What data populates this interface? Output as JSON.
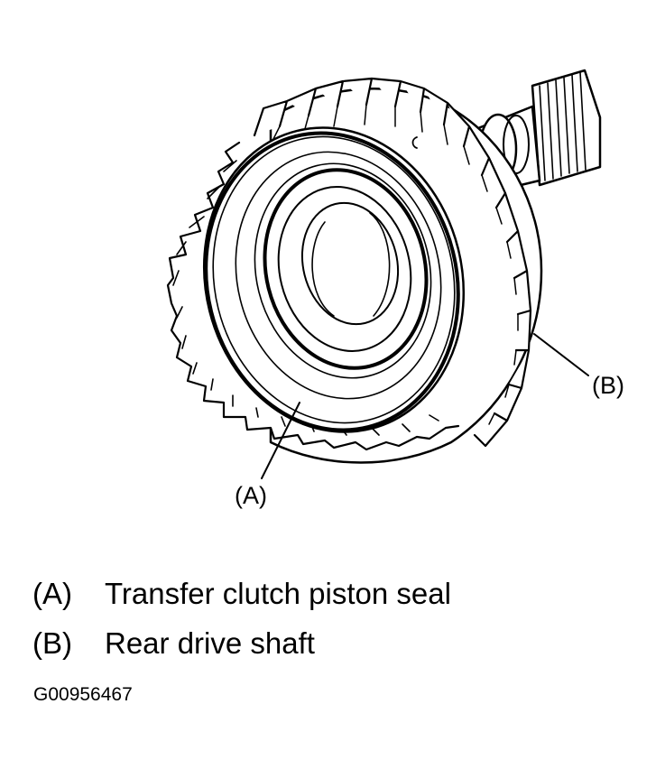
{
  "callouts": {
    "a": "(A)",
    "b": "(B)"
  },
  "legend": [
    {
      "key": "(A)",
      "text": "Transfer clutch piston seal"
    },
    {
      "key": "(B)",
      "text": "Rear drive shaft"
    }
  ],
  "figure_id": "G00956467",
  "icons": {
    "drawing": "transfer-clutch-drum-illustration"
  },
  "colors": {
    "ink": "#000000",
    "paper": "#ffffff"
  }
}
